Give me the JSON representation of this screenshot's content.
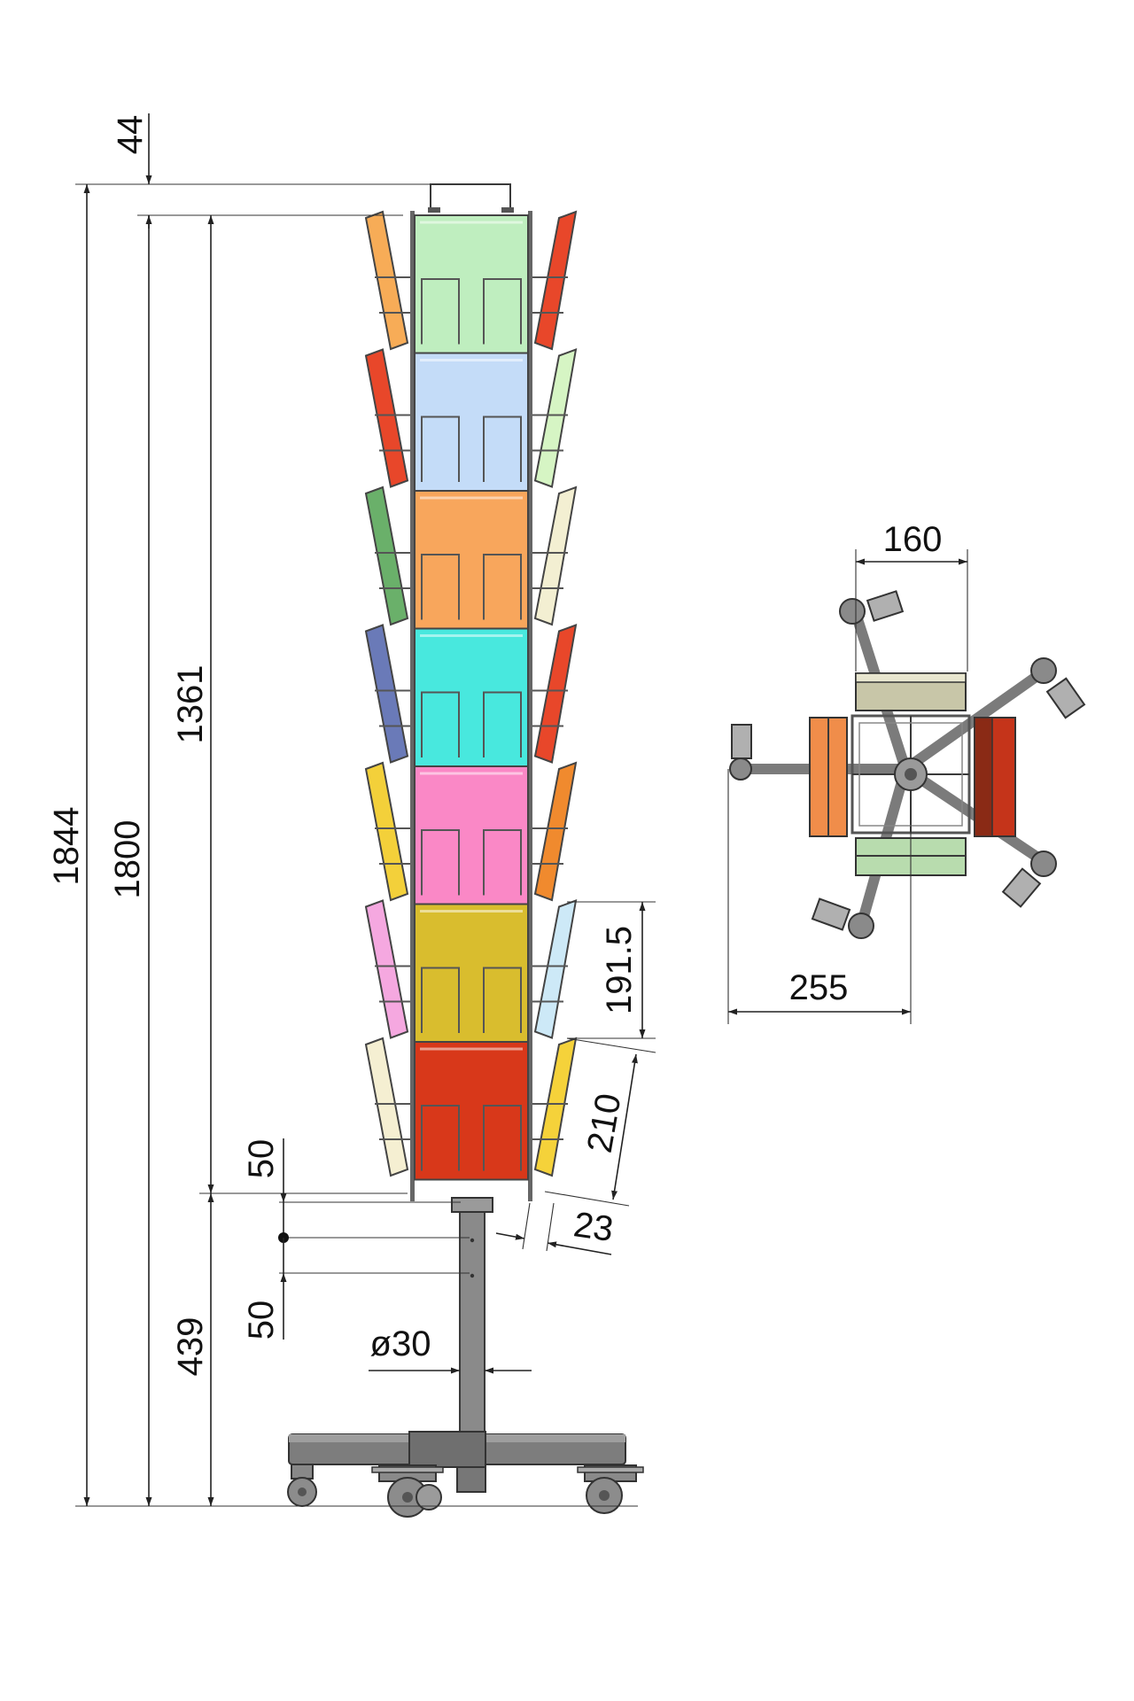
{
  "dimensions": {
    "top_clearance": "44",
    "overall_height": "1844",
    "frame_height": "1800",
    "rack_height": "1361",
    "pocket_pitch": "191.5",
    "pocket_height": "210",
    "pocket_depth": "23",
    "adjust_upper": "50",
    "adjust_lower": "50",
    "base_height": "439",
    "pole_diameter": "ø30",
    "top_width": "160",
    "top_reach": "255"
  },
  "colors": {
    "modules": [
      "#bfeebf",
      "#c4dcf8",
      "#f8a65c",
      "#48e8de",
      "#fa88c6",
      "#d9bd2e",
      "#d8381a"
    ],
    "left_pockets": [
      "#f7ac57",
      "#e8472a",
      "#6ab06a",
      "#6a7ab8",
      "#f3d03a",
      "#f5a8e0",
      "#f5efd2"
    ],
    "right_pockets": [
      "#e8472a",
      "#d6f5c4",
      "#f3efd2",
      "#e8472a",
      "#f08a2e",
      "#cde9f7",
      "#f5d23a"
    ],
    "top_view": {
      "top": "#c8c6a8",
      "left": "#f08d4a",
      "right": "#c5341a",
      "bottom": "#b8dcae"
    },
    "frame": "#7b7b7b"
  }
}
